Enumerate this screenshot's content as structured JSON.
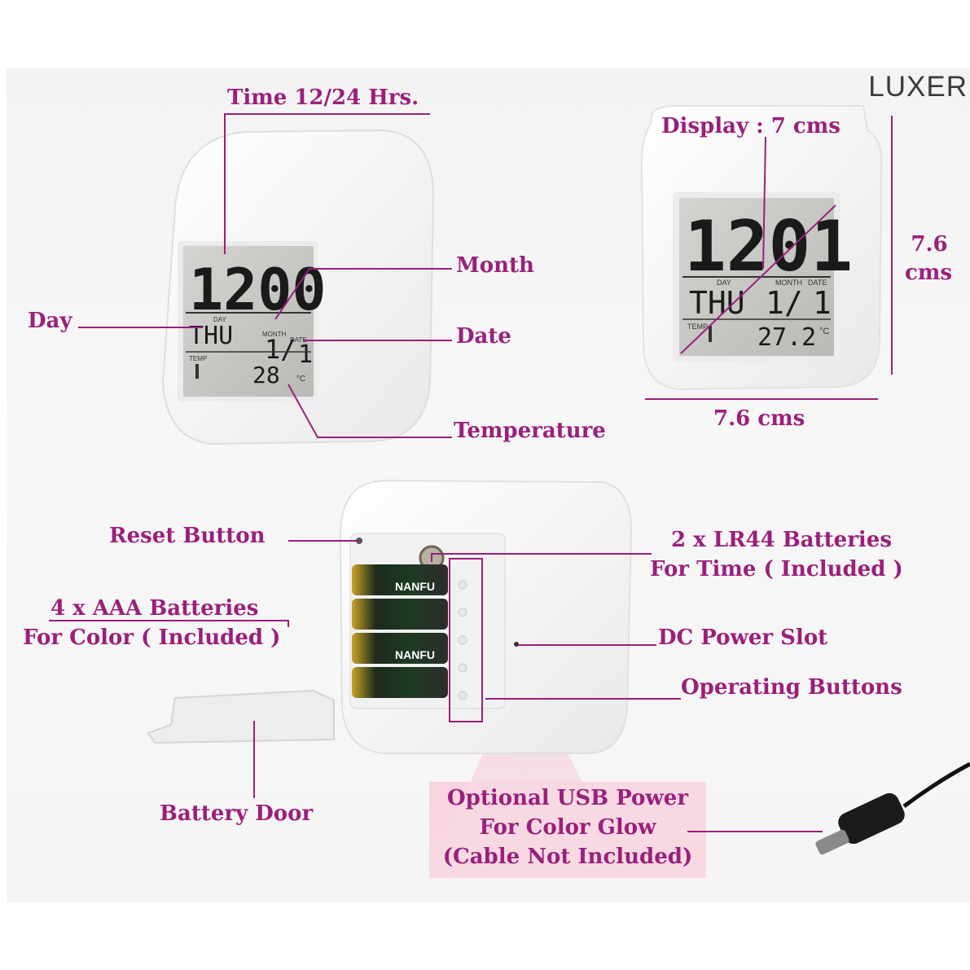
{
  "brand": {
    "logo": "LUXER"
  },
  "colors": {
    "accent": "#9b1f7c",
    "lcd_bg": "#c9cac6",
    "usb_highlight": "#f8d9e2"
  },
  "front_view": {
    "display": {
      "time": "1200",
      "day_tag": "DAY",
      "month_tag": "MONTH",
      "date_tag": "DATE",
      "temp_tag": "TEMP",
      "day": "THU",
      "month": "1/",
      "date": "1",
      "temp": "28",
      "temp_unit": "°C"
    },
    "labels": {
      "time": "Time 12/24 Hrs.",
      "month": "Month",
      "day": "Day",
      "date": "Date",
      "temperature": "Temperature"
    }
  },
  "dimension_view": {
    "display": {
      "time": "1201",
      "day_tag": "DAY",
      "month_tag": "MONTH",
      "date_tag": "DATE",
      "temp_tag": "TEMP",
      "day": "THU",
      "month": "1/",
      "date": "1",
      "temp": "27.2",
      "temp_unit": "°C"
    },
    "labels": {
      "display": "Display : 7 cms",
      "height_line1": "7.6",
      "height_line2": "cms",
      "width": "7.6 cms"
    }
  },
  "back_view": {
    "battery_brand": "NANFU",
    "labels": {
      "reset": "Reset Button",
      "lr44_line1": "2 x LR44 Batteries",
      "lr44_line2": "For Time ( Included )",
      "aaa_line1": "4 x AAA Batteries",
      "aaa_line2": "For Color ( Included )",
      "dc": "DC Power Slot",
      "operating": "Operating Buttons",
      "battery_door": "Battery Door",
      "usb_line1": "Optional USB Power",
      "usb_line2": "For Color Glow",
      "usb_line3": "(Cable Not Included)"
    }
  }
}
